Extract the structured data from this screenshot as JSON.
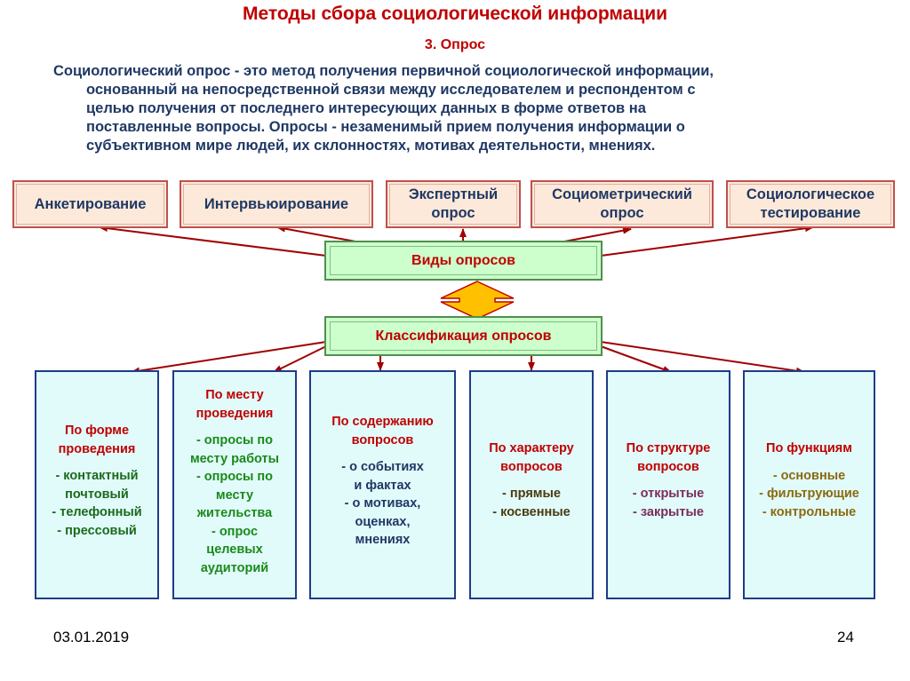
{
  "title": "Методы сбора социологической информации",
  "subtitle": "3. Опрос",
  "definition_lines": [
    "Социологический опрос - это метод получения первичной социологической информации,",
    "основанный на непосредственной связи между исследователем и респондентом с",
    "целью получения от последнего интересующих данных в форме ответов на",
    "поставленные вопросы. Опросы - незаменимый прием получения информации о",
    "субъективном мире людей, их склонностях, мотивах деятельности, мнениях."
  ],
  "types": [
    {
      "lines": [
        "Анкетирование"
      ]
    },
    {
      "lines": [
        "Интервьюирование"
      ]
    },
    {
      "lines": [
        "Экспертный",
        "опрос"
      ]
    },
    {
      "lines": [
        "Социометрический",
        "опрос"
      ]
    },
    {
      "lines": [
        "Социологическое",
        "тестирование"
      ]
    }
  ],
  "hub_types": "Виды опросов",
  "hub_classification": "Классификация опросов",
  "classifications": [
    {
      "head": [
        "По форме",
        "проведения"
      ],
      "items": [
        "- контактный",
        "почтовый",
        "- телефонный",
        "- прессовый"
      ],
      "item_color": "#1a6b1a"
    },
    {
      "head": [
        "По месту",
        "проведения"
      ],
      "items": [
        "- опросы по",
        "месту работы",
        "- опросы по",
        "месту",
        "жительства",
        "- опрос",
        "целевых",
        "аудиторий"
      ],
      "item_color": "#1a8a1a"
    },
    {
      "head": [
        "По содержанию",
        "вопросов"
      ],
      "items": [
        "- о событиях",
        "и фактах",
        "- о мотивах,",
        "оценках,",
        "мнениях"
      ],
      "item_color": "#1f3864"
    },
    {
      "head": [
        "По характеру",
        "вопросов"
      ],
      "items": [
        "- прямые",
        "- косвенные"
      ],
      "item_color": "#4a3b10"
    },
    {
      "head": [
        "По структуре",
        "вопросов"
      ],
      "items": [
        "- открытые",
        "- закрытые"
      ],
      "item_color": "#7a2e5a"
    },
    {
      "head": [
        "По функциям"
      ],
      "items": [
        "- основные",
        "- фильтрующие",
        "- контрольные"
      ],
      "item_color": "#8a6a10"
    }
  ],
  "footer": {
    "date": "03.01.2019",
    "page": "24"
  },
  "colors": {
    "accent_red": "#c00000",
    "navy": "#1f3864",
    "hub_green": "#ccffcc",
    "arrow_orange": "#ffc000",
    "arrow_red": "#a00000"
  }
}
